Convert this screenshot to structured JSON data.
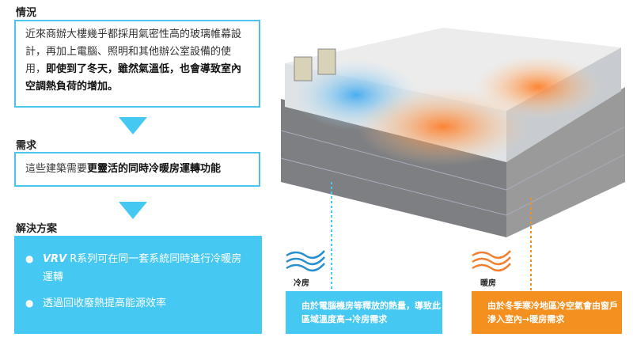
{
  "situation": {
    "title": "情況",
    "text_normal": "近來商辦大樓幾乎都採用氣密性高的玻璃帷幕設計，再加上電腦、照明和其他辦公室設備的使用，",
    "text_bold": "即使到了冬天，雖然氣溫低，也會導致室內空調熱負荷的增加。"
  },
  "need": {
    "title": "需求",
    "text_normal": "這些建築需要",
    "text_bold": "更靈活的同時冷暖房運轉功能"
  },
  "solution": {
    "title": "解決方案",
    "items": [
      {
        "bullet": "●",
        "brand": "VRV",
        "text": " R系列可在同一套系統同時進行冷暖房運轉"
      },
      {
        "bullet": "●",
        "text": "透過回收廢熱提高能源效率"
      }
    ]
  },
  "cooling": {
    "label": "冷房",
    "caption": "由於電腦機房等釋放的熱量，導致此區域溫度高→冷房需求",
    "color": "#45c8f2",
    "wave_color": "#2a8fd0"
  },
  "heating": {
    "label": "暖房",
    "caption": "由於冬季寒冷地區冷空氣會由窗戶滲入室內→暖房需求",
    "color": "#f39020"
  }
}
